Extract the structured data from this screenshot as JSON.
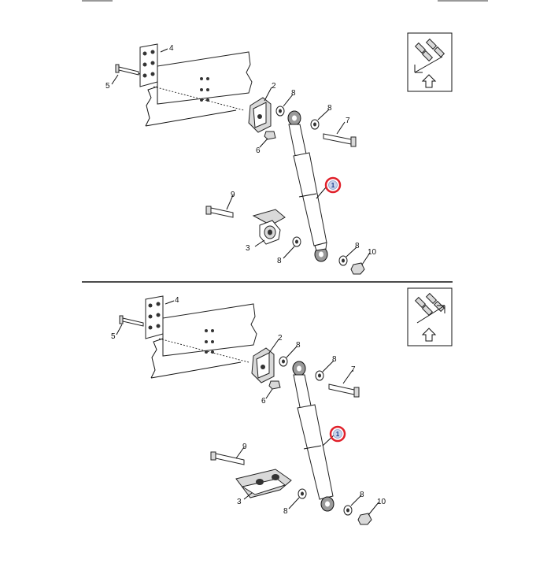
{
  "views": [
    {
      "id": "top",
      "callouts": {
        "shock_absorber": "1",
        "upper_bracket": "2",
        "lower_bracket": "3",
        "reinforcement_plate": "4",
        "frame_bolt": "5",
        "bracket_nut": "6",
        "upper_bolt": "7",
        "upper_washer_left": "8",
        "upper_washer_right": "8",
        "lower_washer_left": "8",
        "lower_washer_right": "8",
        "lower_bolt": "9",
        "lower_nut": "10"
      },
      "highlight_color": "#e0202a",
      "badge_color": "#c9d4ea"
    },
    {
      "id": "bottom",
      "callouts": {
        "shock_absorber": "1",
        "upper_bracket": "2",
        "lower_bracket": "3",
        "reinforcement_plate": "4",
        "frame_bolt": "5",
        "bracket_nut": "6",
        "upper_bolt": "7",
        "upper_washer_left": "8",
        "upper_washer_right": "8",
        "lower_washer_left": "8",
        "lower_washer_right": "8",
        "lower_bolt": "9",
        "lower_nut": "10"
      },
      "highlight_color": "#e0202a",
      "badge_color": "#c9d4ea"
    }
  ],
  "orientation_icons": [
    {
      "name": "vehicle-front-arrow-icon",
      "direction": "down-left"
    },
    {
      "name": "vehicle-front-arrow-icon",
      "direction": "up-right"
    }
  ]
}
